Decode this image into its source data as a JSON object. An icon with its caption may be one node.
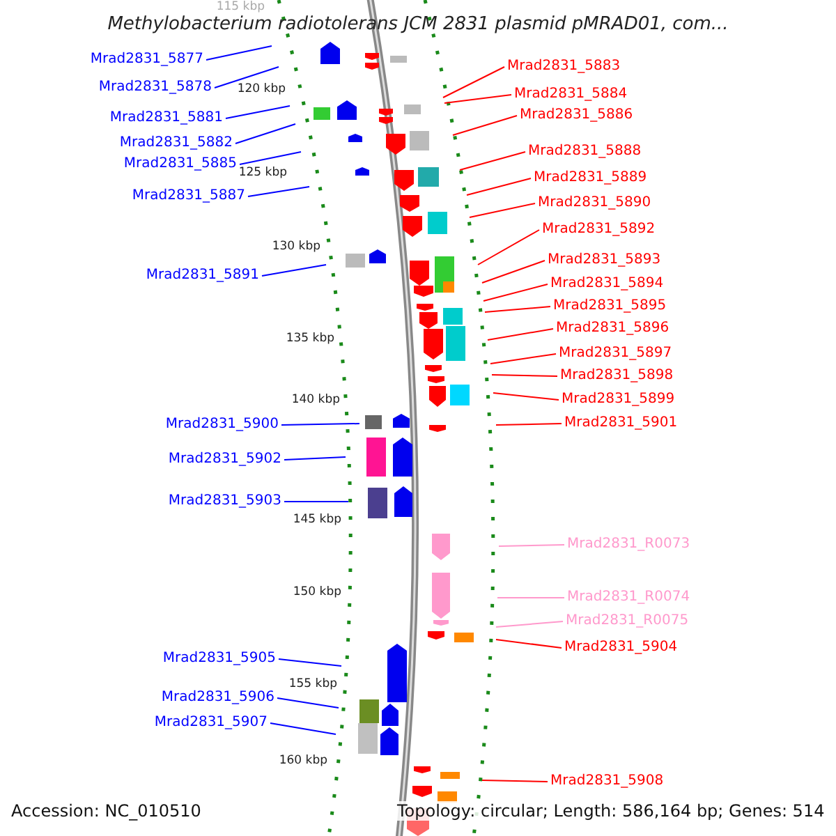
{
  "diagram": {
    "title": "Methylobacterium radiotolerans JCM 2831 plasmid pMRAD01, com...",
    "nodes": [
      {
        "text": [
          "Mrad2831_5877"
        ]
      },
      {
        "text": [
          "Mrad2831_5878"
        ]
      },
      {
        "text": [
          "Mrad2831_5881"
        ]
      },
      {
        "text": [
          "Mrad2831_5882"
        ]
      },
      {
        "text": [
          "Mrad2831_5885"
        ]
      },
      {
        "text": [
          "Mrad2831_5887"
        ]
      },
      {
        "text": [
          "Mrad2831_5891"
        ]
      },
      {
        "text": [
          "Mrad2831_5900"
        ]
      },
      {
        "text": [
          "Mrad2831_5902"
        ]
      },
      {
        "text": [
          "Mrad2831_5903"
        ]
      },
      {
        "text": [
          "Mrad2831_5905"
        ]
      },
      {
        "text": [
          "Mrad2831_5906"
        ]
      },
      {
        "text": [
          "Mrad2831_5907"
        ]
      },
      {
        "text": [
          "Mrad2831_5883"
        ]
      },
      {
        "text": [
          "Mrad2831_5884"
        ]
      },
      {
        "text": [
          "Mrad2831_5886"
        ]
      },
      {
        "text": [
          "Mrad2831_5888"
        ]
      },
      {
        "text": [
          "Mrad2831_5889"
        ]
      },
      {
        "text": [
          "Mrad2831_5890"
        ]
      },
      {
        "text": [
          "Mrad2831_5892"
        ]
      },
      {
        "text": [
          "Mrad2831_5893"
        ]
      },
      {
        "text": [
          "Mrad2831_5894"
        ]
      },
      {
        "text": [
          "Mrad2831_5895"
        ]
      },
      {
        "text": [
          "Mrad2831_5896"
        ]
      },
      {
        "text": [
          "Mrad2831_5897"
        ]
      },
      {
        "text": [
          "Mrad2831_5898"
        ]
      },
      {
        "text": [
          "Mrad2831_5899"
        ]
      },
      {
        "text": [
          "Mrad2831_5901"
        ]
      },
      {
        "text": [
          "Mrad2831_R0073"
        ]
      },
      {
        "text": [
          "Mrad2831_R0074"
        ]
      },
      {
        "text": [
          "Mrad2831_R0075"
        ]
      },
      {
        "text": [
          "Mrad2831_5904"
        ]
      },
      {
        "text": [
          "Mrad2831_5908"
        ]
      }
    ],
    "edges": [
      {
        "from": 0,
        "to": null,
        "arrow": "none",
        "color": "#0000ff"
      },
      {
        "from": 1,
        "to": null,
        "arrow": "none",
        "color": "#0000ff"
      },
      {
        "from": 2,
        "to": null,
        "arrow": "none",
        "color": "#0000ff"
      },
      {
        "from": 3,
        "to": null,
        "arrow": "none",
        "color": "#0000ff"
      },
      {
        "from": 4,
        "to": null,
        "arrow": "none",
        "color": "#0000ff"
      },
      {
        "from": 5,
        "to": null,
        "arrow": "none",
        "color": "#0000ff"
      },
      {
        "from": 6,
        "to": null,
        "arrow": "none",
        "color": "#0000ff"
      },
      {
        "from": 7,
        "to": null,
        "arrow": "none",
        "color": "#0000ff"
      },
      {
        "from": 8,
        "to": null,
        "arrow": "none",
        "color": "#0000ff"
      },
      {
        "from": 9,
        "to": null,
        "arrow": "none",
        "color": "#0000ff"
      },
      {
        "from": 10,
        "to": null,
        "arrow": "none",
        "color": "#0000ff"
      },
      {
        "from": 11,
        "to": null,
        "arrow": "none",
        "color": "#0000ff"
      },
      {
        "from": 12,
        "to": null,
        "arrow": "none",
        "color": "#0000ff"
      },
      {
        "from": 13,
        "to": null,
        "arrow": "none"
      },
      {
        "from": 14,
        "to": null,
        "arrow": "none"
      },
      {
        "from": 15,
        "to": null,
        "arrow": "none"
      },
      {
        "from": 16,
        "to": null,
        "arrow": "none"
      },
      {
        "from": 17,
        "to": null,
        "arrow": "none"
      },
      {
        "from": 18,
        "to": null,
        "arrow": "none"
      },
      {
        "from": 19,
        "to": null,
        "arrow": "none"
      },
      {
        "from": 20,
        "to": null,
        "arrow": "none"
      },
      {
        "from": 21,
        "to": null,
        "arrow": "none"
      },
      {
        "from": 22,
        "to": null,
        "arrow": "none"
      },
      {
        "from": 23,
        "to": null,
        "arrow": "none"
      },
      {
        "from": 24,
        "to": null,
        "arrow": "none"
      },
      {
        "from": 25,
        "to": null,
        "arrow": "none"
      },
      {
        "from": 26,
        "to": null,
        "arrow": "none"
      },
      {
        "from": 27,
        "to": null,
        "arrow": "none"
      },
      {
        "from": 28,
        "to": null,
        "arrow": "none",
        "color": "#ff99cc"
      },
      {
        "from": 29,
        "to": null,
        "arrow": "none",
        "color": "#ff99cc"
      },
      {
        "from": 30,
        "to": null,
        "arrow": "none",
        "color": "#ff99cc"
      },
      {
        "from": 31,
        "to": null,
        "arrow": "none"
      },
      {
        "from": 32,
        "to": null,
        "arrow": "none"
      }
    ],
    "labels": [
      "115 kbp",
      "120 kbp",
      "125 kbp",
      "130 kbp",
      "135 kbp",
      "140 kbp",
      "145 kbp",
      "150 kbp",
      "155 kbp",
      "160 kbp",
      "Accession: NC_010510",
      "Topology: circular; Length: 586,164 bp; Genes: 514"
    ]
  }
}
